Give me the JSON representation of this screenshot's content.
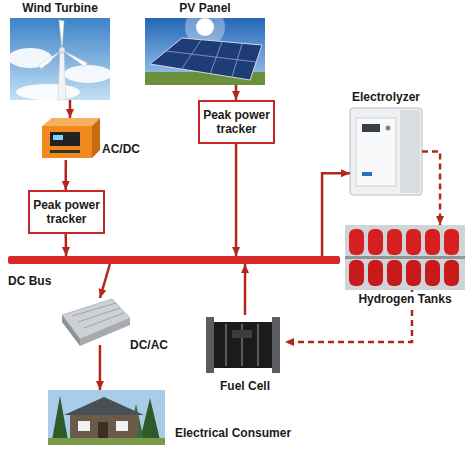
{
  "diagram": {
    "nodes": [
      {
        "text": [
          "Wind Turbine"
        ]
      },
      {
        "text": [
          "PV Panel"
        ]
      },
      {
        "text": [
          "Electrolyzer"
        ]
      },
      {
        "text": [
          "AC/DC"
        ]
      },
      {
        "text": [
          "Peak power tracker"
        ]
      },
      {
        "text": [
          "Peak power tracker"
        ]
      },
      {
        "text": [
          "DC Bus"
        ]
      },
      {
        "text": [
          "Hydrogen Tanks"
        ]
      },
      {
        "text": [
          "DC/AC"
        ]
      },
      {
        "text": [
          "Fuel Cell"
        ]
      },
      {
        "text": [
          "Electrical Consumer"
        ]
      }
    ],
    "edges": [
      {
        "from": 0,
        "to": 3,
        "arrow": "to"
      },
      {
        "from": 3,
        "to": 4,
        "arrow": "to"
      },
      {
        "from": 4,
        "to": 6,
        "arrow": "to"
      },
      {
        "from": 1,
        "to": 5,
        "arrow": "to"
      },
      {
        "from": 5,
        "to": 6,
        "arrow": "to"
      },
      {
        "from": 6,
        "to": 2,
        "arrow": "to"
      },
      {
        "from": 2,
        "to": 7,
        "arrow": "to"
      },
      {
        "from": 7,
        "to": 9,
        "arrow": "to"
      },
      {
        "from": 9,
        "to": 6,
        "arrow": "to"
      },
      {
        "from": 6,
        "to": 8,
        "arrow": "to"
      },
      {
        "from": 8,
        "to": 10,
        "arrow": "to"
      }
    ]
  }
}
